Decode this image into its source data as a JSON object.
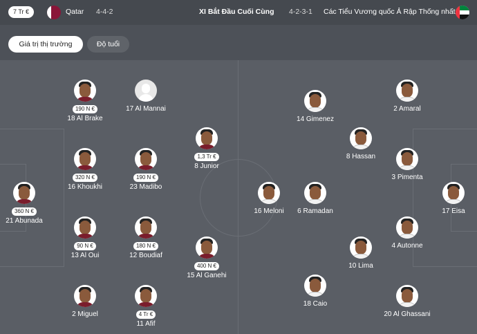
{
  "header": {
    "market_value_badge": "7 Tr €",
    "home_team": "Qatar",
    "home_formation": "4-4-2",
    "lineup_title": "XI Bắt Đầu Cuối Cùng",
    "away_formation": "4-2-3-1",
    "away_team": "Các Tiểu Vương quốc Ả Rập Thống nhất"
  },
  "toggles": {
    "market_value_label": "Giá trị thị trường",
    "age_label": "Độ tuổi"
  },
  "home_players": [
    {
      "name": "18 Al Brake",
      "value": "190 N €"
    },
    {
      "name": "17 Al Mannai",
      "value": ""
    },
    {
      "name": "8 Junior",
      "value": "1,3 Tr €"
    },
    {
      "name": "16 Khoukhi",
      "value": "320 N €"
    },
    {
      "name": "23 Madibo",
      "value": "190 N €"
    },
    {
      "name": "21 Abunada",
      "value": "360 N €"
    },
    {
      "name": "13 Al Oui",
      "value": "90 N €"
    },
    {
      "name": "12 Boudiaf",
      "value": "180 N €"
    },
    {
      "name": "15 Al Ganehi",
      "value": "400 N €"
    },
    {
      "name": "2 Miguel",
      "value": ""
    },
    {
      "name": "11 Afif",
      "value": "4 Tr €"
    }
  ],
  "away_players": [
    {
      "name": "14 Gimenez"
    },
    {
      "name": "2 Amaral"
    },
    {
      "name": "8 Hassan"
    },
    {
      "name": "3 Pimenta"
    },
    {
      "name": "16 Meloni"
    },
    {
      "name": "6 Ramadan"
    },
    {
      "name": "17 Eisa"
    },
    {
      "name": "4 Autonne"
    },
    {
      "name": "10 Lima"
    },
    {
      "name": "18 Caio"
    },
    {
      "name": "20 Al Ghassani"
    }
  ]
}
